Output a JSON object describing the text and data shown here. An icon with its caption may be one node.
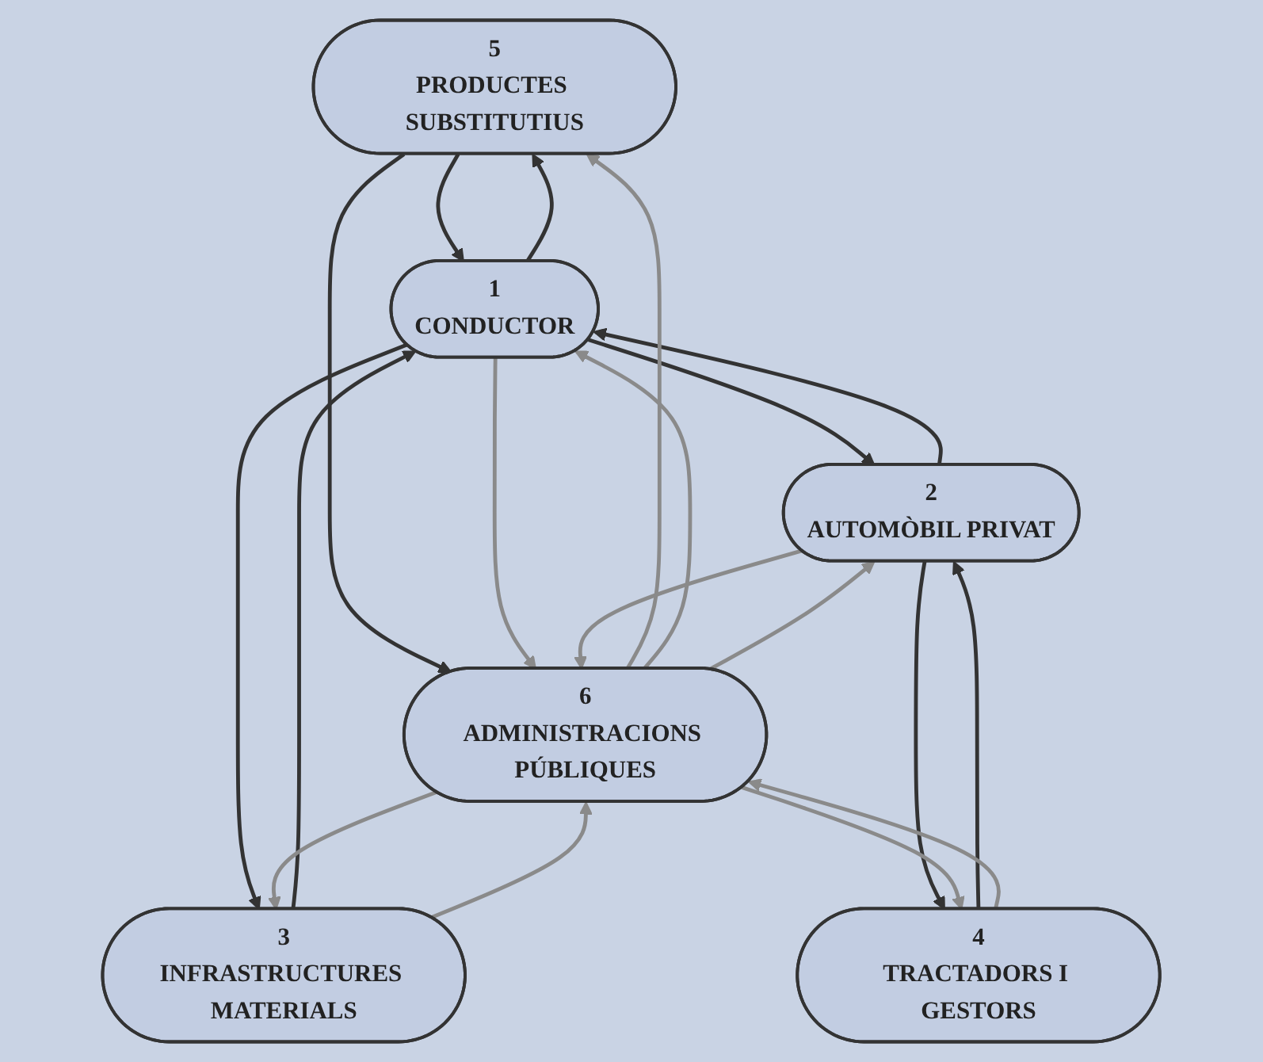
{
  "diagram": {
    "nodes": [
      {
        "text": [
          "5",
          "PRODUCTES SUBSTITUTIUS"
        ]
      },
      {
        "text": [
          "1",
          "CONDUCTOR"
        ]
      },
      {
        "text": [
          "2",
          "AUTOMÒBIL PRIVAT"
        ]
      },
      {
        "text": [
          "6",
          "ADMINISTRACIONS PÚBLIQUES"
        ]
      },
      {
        "text": [
          "3",
          "INFRASTRUCTURES MATERIALS"
        ]
      },
      {
        "text": [
          "4",
          "TRACTADORS I GESTORS"
        ]
      }
    ],
    "edges": [
      {
        "from": 1,
        "to": 0,
        "arrow": "to"
      },
      {
        "from": 0,
        "to": 1,
        "arrow": "to"
      },
      {
        "from": 2,
        "to": 1,
        "arrow": "to"
      },
      {
        "from": 1,
        "to": 2,
        "arrow": "to"
      },
      {
        "from": 0,
        "to": 3,
        "arrow": "to"
      },
      {
        "from": 3,
        "to": 0,
        "arrow": "to",
        "color": "#8a8a8a"
      },
      {
        "from": 1,
        "to": 3,
        "arrow": "to",
        "color": "#8a8a8a"
      },
      {
        "from": 3,
        "to": 1,
        "arrow": "to",
        "color": "#8a8a8a"
      },
      {
        "from": 2,
        "to": 3,
        "arrow": "to",
        "color": "#8a8a8a"
      },
      {
        "from": 3,
        "to": 2,
        "arrow": "to",
        "color": "#8a8a8a"
      },
      {
        "from": 1,
        "to": 4,
        "arrow": "to"
      },
      {
        "from": 4,
        "to": 1,
        "arrow": "to"
      },
      {
        "from": 2,
        "to": 5,
        "arrow": "to"
      },
      {
        "from": 5,
        "to": 2,
        "arrow": "to"
      },
      {
        "from": 3,
        "to": 4,
        "arrow": "to",
        "color": "#8a8a8a"
      },
      {
        "from": 4,
        "to": 3,
        "arrow": "to",
        "color": "#8a8a8a"
      },
      {
        "from": 3,
        "to": 5,
        "arrow": "to",
        "color": "#8a8a8a"
      },
      {
        "from": 5,
        "to": 3,
        "arrow": "to",
        "color": "#8a8a8a"
      }
    ]
  }
}
